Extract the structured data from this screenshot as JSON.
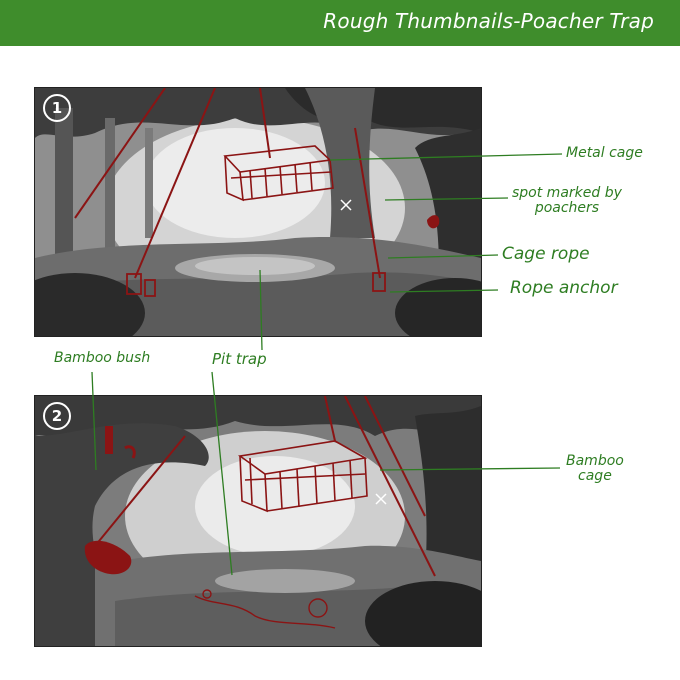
{
  "header": {
    "title": "Rough Thumbnails-Poacher Trap"
  },
  "panels": [
    {
      "number": "1"
    },
    {
      "number": "2"
    }
  ],
  "annotations": {
    "metal_cage": "Metal cage",
    "spot_marked_line1": "spot marked by",
    "spot_marked_line2": "poachers",
    "cage_rope": "Cage rope",
    "rope_anchor": "Rope anchor",
    "bamboo_bush": "Bamboo bush",
    "pit_trap": "Pit trap",
    "bamboo_cage_line1": "Bamboo",
    "bamboo_cage_line2": "cage"
  },
  "colors": {
    "header_bg": "#3f8d2c",
    "annotation": "#2e7d22",
    "trap_ink": "#8b1414"
  }
}
